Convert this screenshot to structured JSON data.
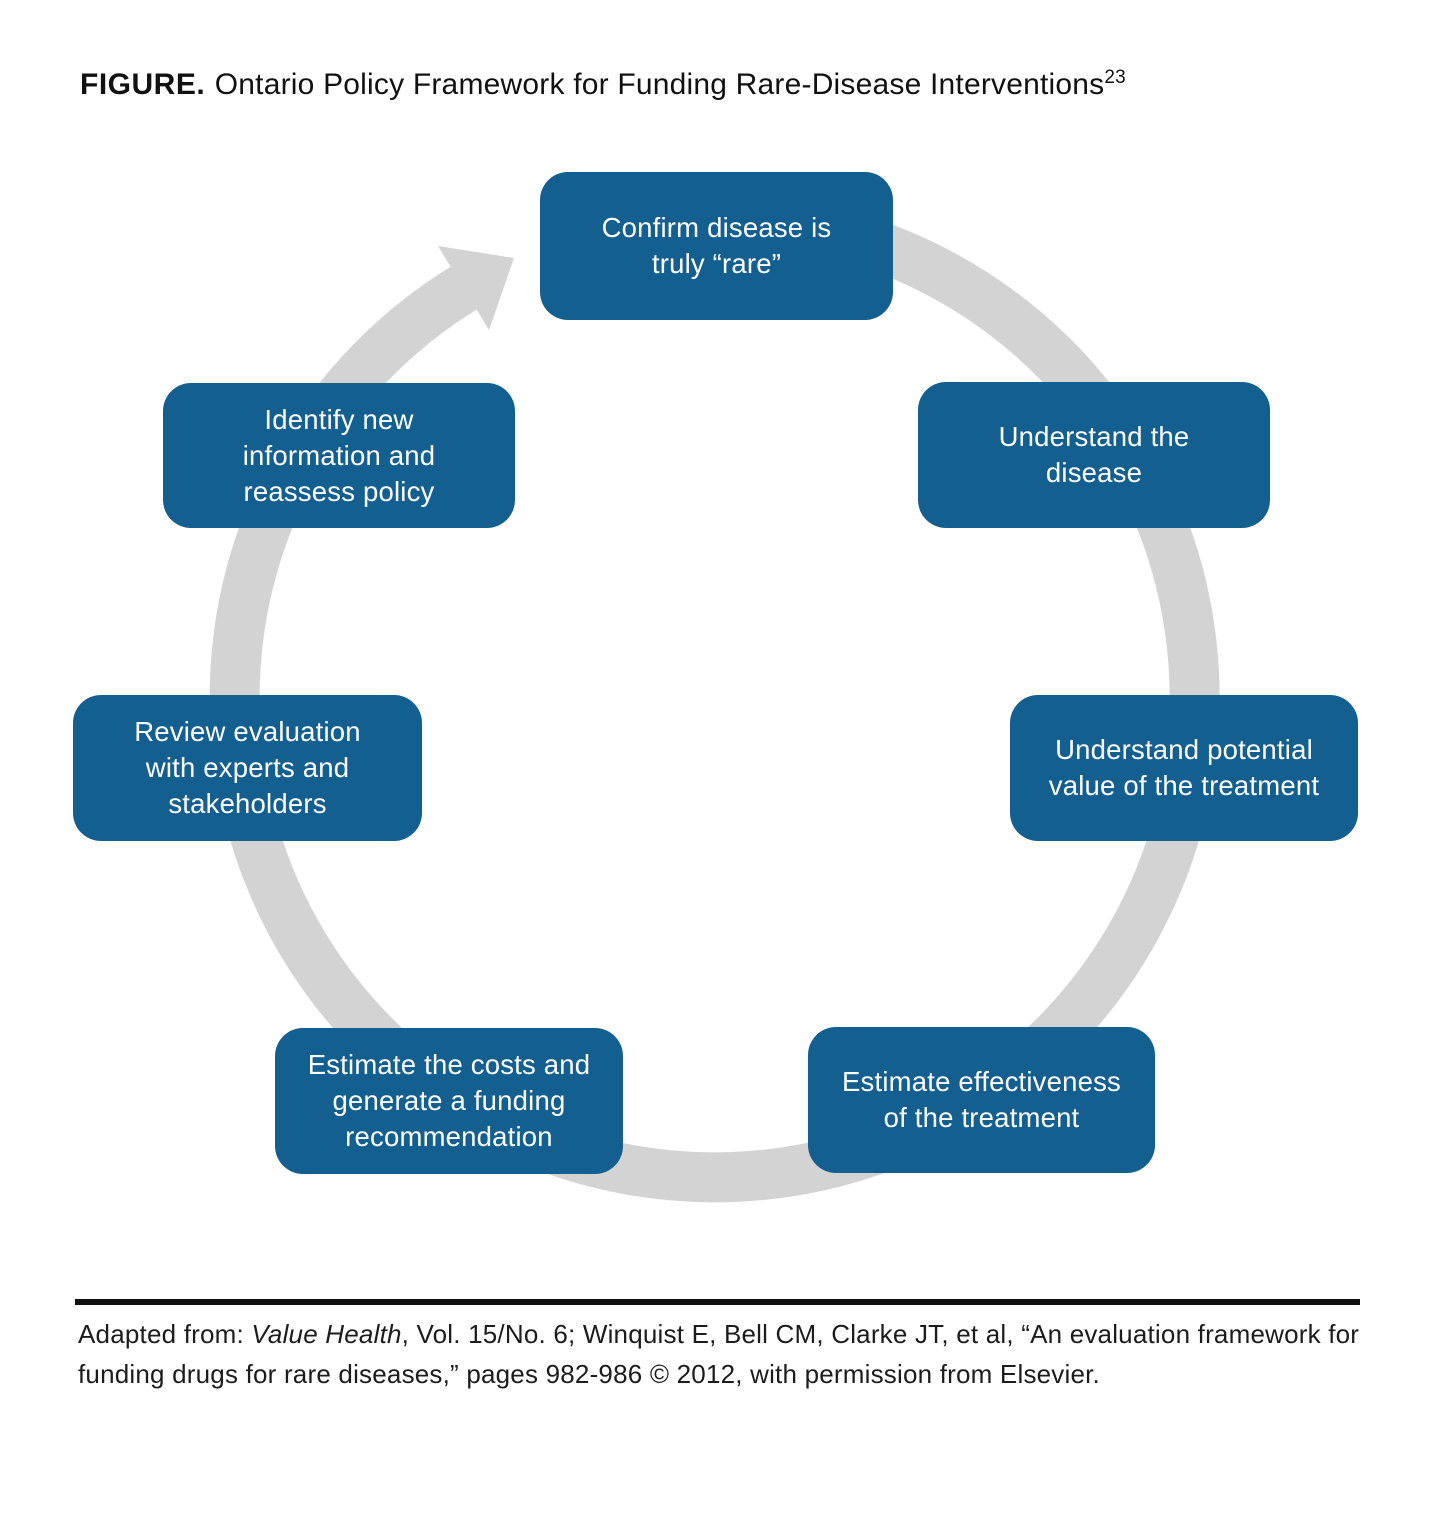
{
  "figure": {
    "label": "FIGURE.",
    "title": "Ontario Policy Framework for Funding Rare-Disease Interventions",
    "reference": "23"
  },
  "diagram": {
    "type": "cycle",
    "direction": "clockwise",
    "box_color": "#135f90",
    "arrow_color": "#d3d3d3",
    "text_color": "#ffffff",
    "steps": [
      {
        "id": "confirm-rare",
        "label": "Confirm disease is\ntruly “rare”"
      },
      {
        "id": "understand-disease",
        "label": "Understand the\ndisease"
      },
      {
        "id": "understand-value",
        "label": "Understand potential\nvalue of the treatment"
      },
      {
        "id": "estimate-effectiveness",
        "label": "Estimate effectiveness\nof the treatment"
      },
      {
        "id": "estimate-costs",
        "label": "Estimate the costs and\ngenerate a funding\nrecommendation"
      },
      {
        "id": "review-evaluation",
        "label": "Review evaluation\nwith experts and\nstakeholders"
      },
      {
        "id": "identify-new-information",
        "label": "Identify new\ninformation and\nreassess policy"
      }
    ]
  },
  "citation": {
    "prefix": "Adapted from: ",
    "journal": "Value Health",
    "text": ", Vol. 15/No. 6; Winquist E, Bell CM, Clarke JT, et al, “An evaluation framework for funding drugs for rare diseases,” pages 982-986 © 2012, with permission from Elsevier."
  }
}
